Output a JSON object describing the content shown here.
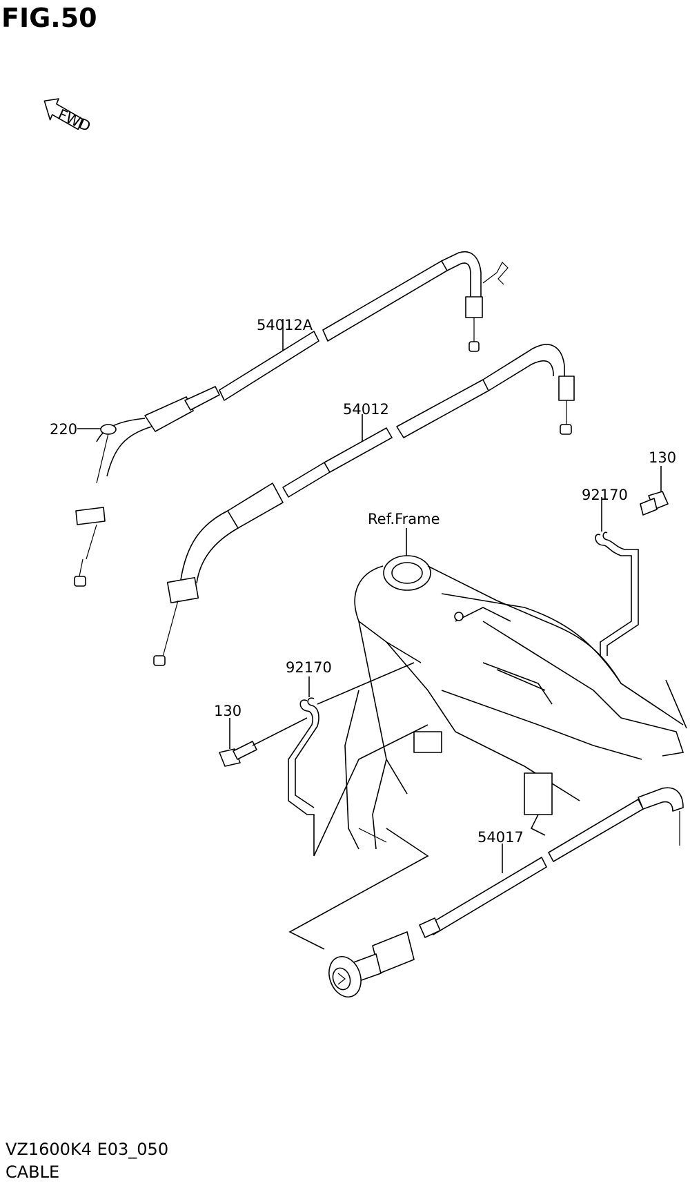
{
  "figure": {
    "title": "FIG.50"
  },
  "direction_marker": {
    "icon": "fwd-arrow-icon",
    "text": "FWD"
  },
  "callouts": {
    "throttle_cable_a": "54012A",
    "throttle_cable": "54012",
    "screw": "220",
    "bolt_right": "130",
    "clamp_right": "92170",
    "frame_ref": "Ref.Frame",
    "clamp_left": "92170",
    "bolt_left": "130",
    "starter_cable": "54017"
  },
  "footer": {
    "model_code": "VZ1600K4 E03_050",
    "section_name": "CABLE"
  }
}
